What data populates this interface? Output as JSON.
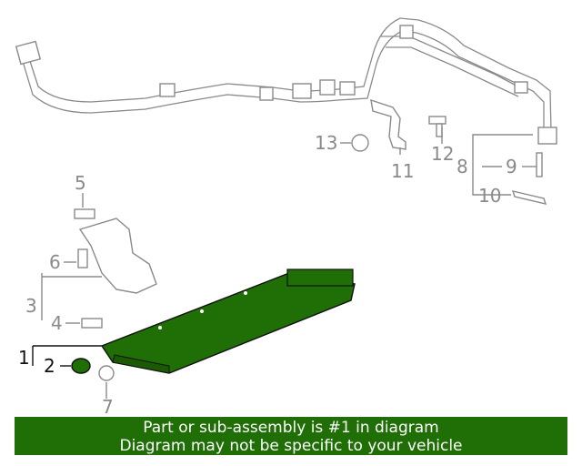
{
  "colors": {
    "highlight": "#1f6e06",
    "line_gray": "#8a8a8a",
    "banner_text": "#ffffff"
  },
  "callouts": {
    "c1": "1",
    "c2": "2",
    "c3": "3",
    "c4": "4",
    "c5": "5",
    "c6": "6",
    "c7": "7",
    "c8": "8",
    "c9": "9",
    "c10": "10",
    "c11": "11",
    "c12": "12",
    "c13": "13"
  },
  "banner": {
    "line1": "Part or sub-assembly is #1 in diagram",
    "line2": "Diagram may not be specific to your vehicle"
  }
}
